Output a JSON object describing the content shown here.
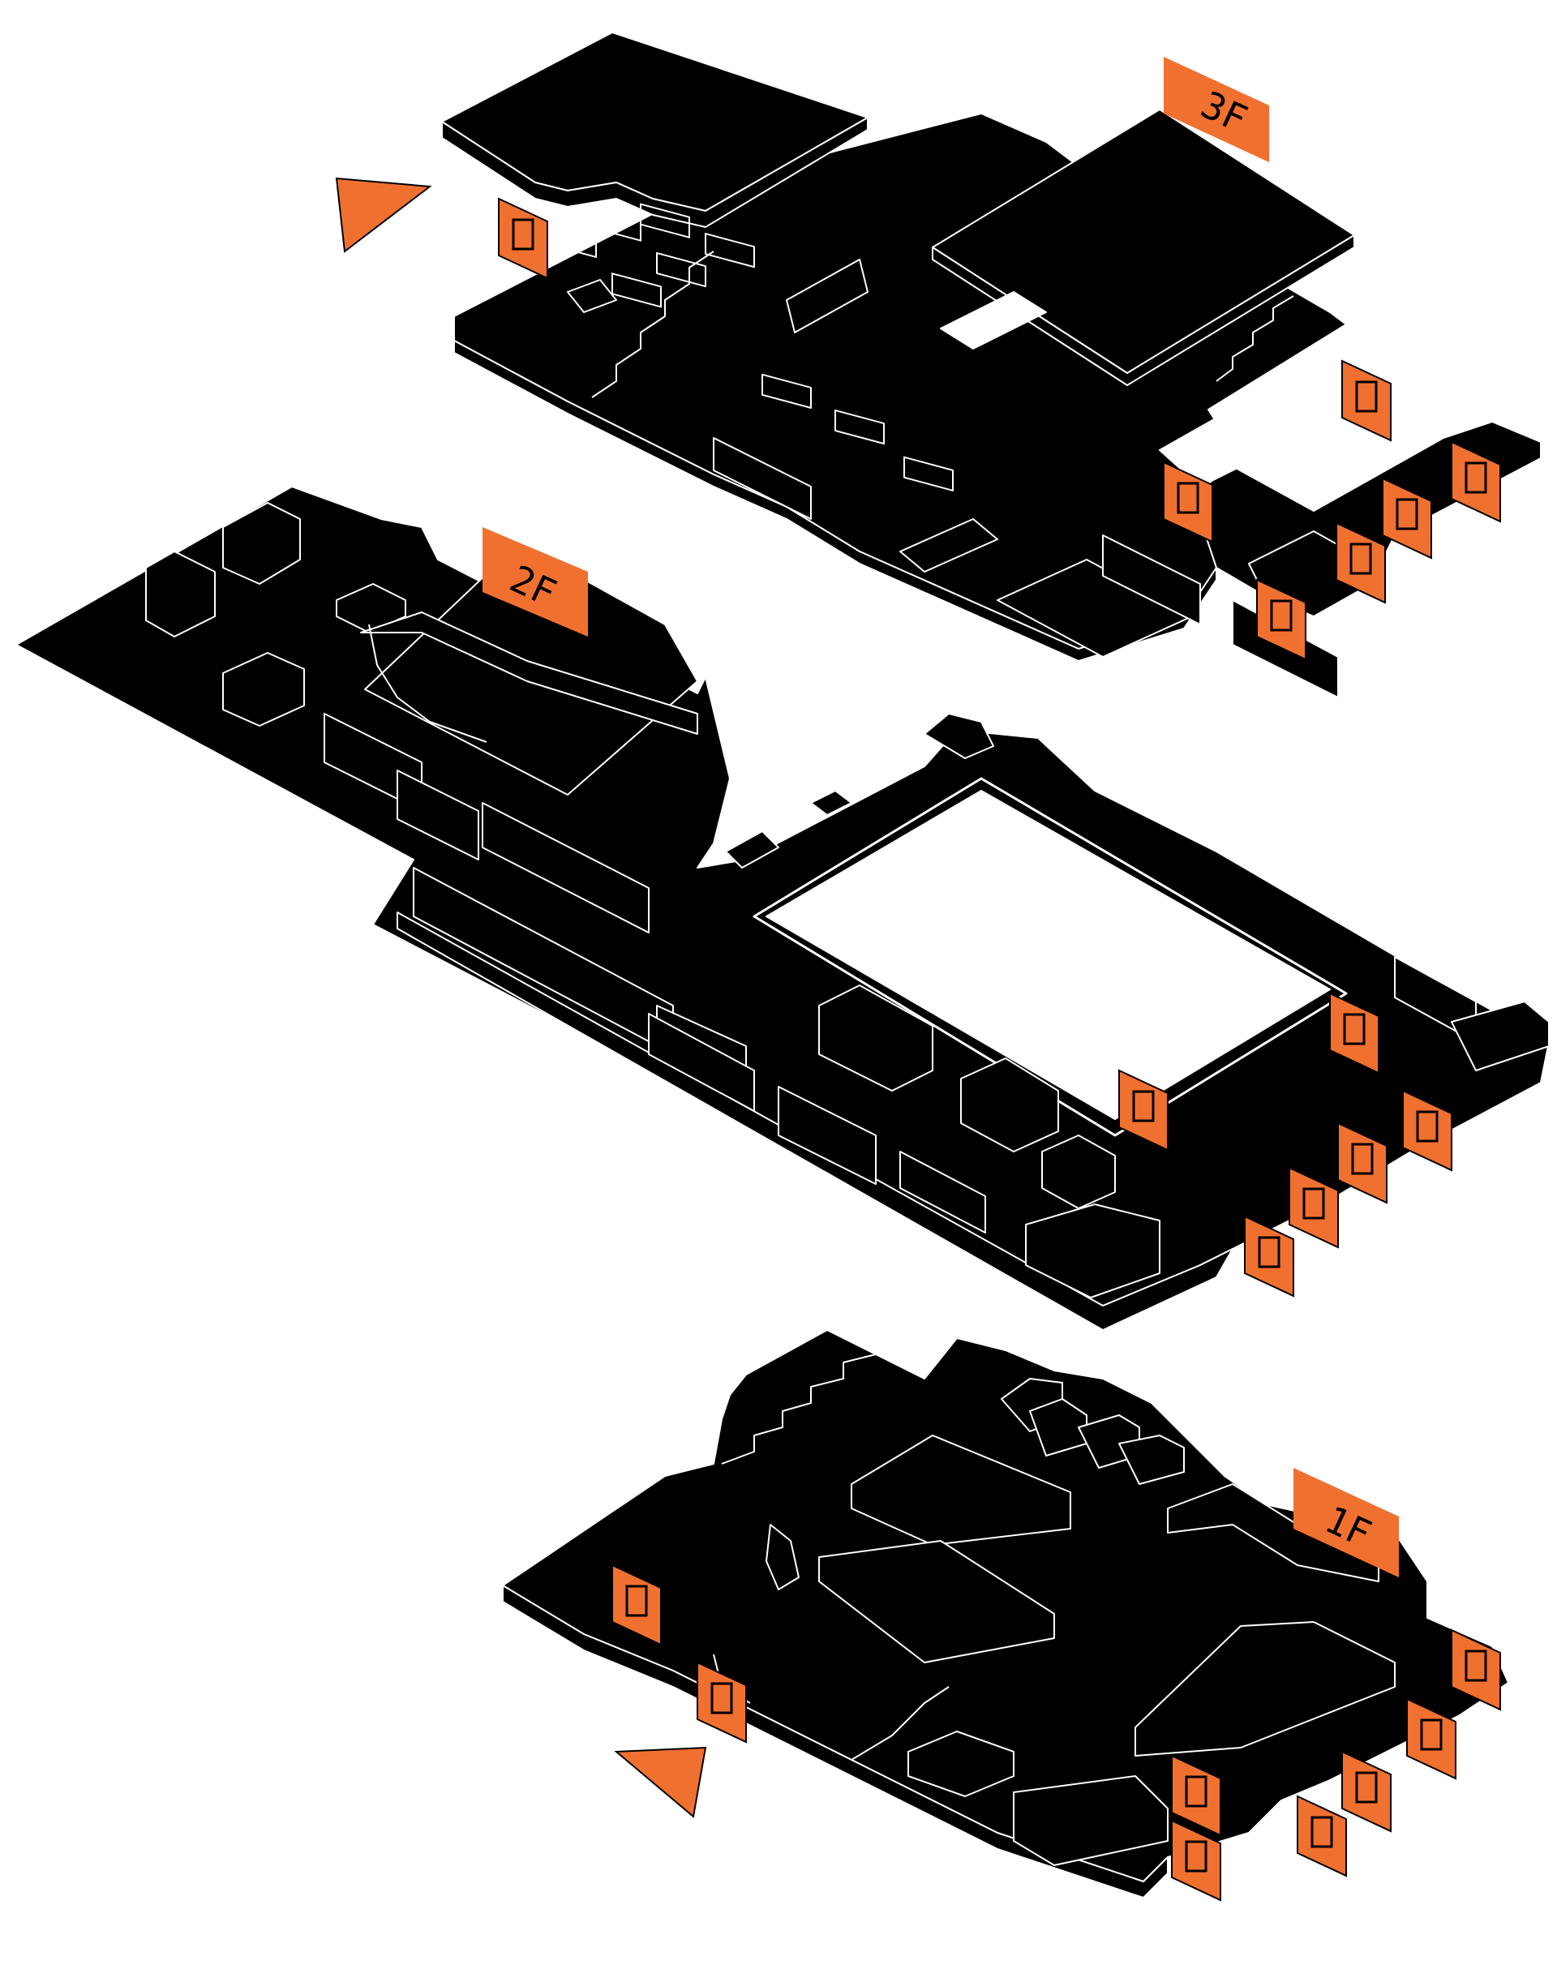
{
  "colors": {
    "floor": "#000000",
    "outline": "#ffffff",
    "accent": "#f07030",
    "background": "#ffffff"
  },
  "floors": [
    {
      "id": "3f",
      "label": "3F"
    },
    {
      "id": "2f",
      "label": "2F"
    },
    {
      "id": "1f",
      "label": "1F"
    }
  ],
  "icons": {
    "f3": [
      "escalator-icon",
      "restroom-icon",
      "accessible-icon",
      "elevator-icon",
      "emergency-exit-icon",
      "stairs-icon",
      "elevator-arrows-icon"
    ],
    "f2": [
      "restroom-icon",
      "accessible-icon",
      "elevator-icon",
      "emergency-exit-icon",
      "stairs-icon",
      "elevator-arrows-icon"
    ],
    "f1": [
      "information-desk-icon",
      "escalator-icon",
      "restroom-icon",
      "accessible-icon",
      "elevator-icon",
      "emergency-exit-icon",
      "stairs-icon",
      "elevator-arrows-icon"
    ]
  }
}
